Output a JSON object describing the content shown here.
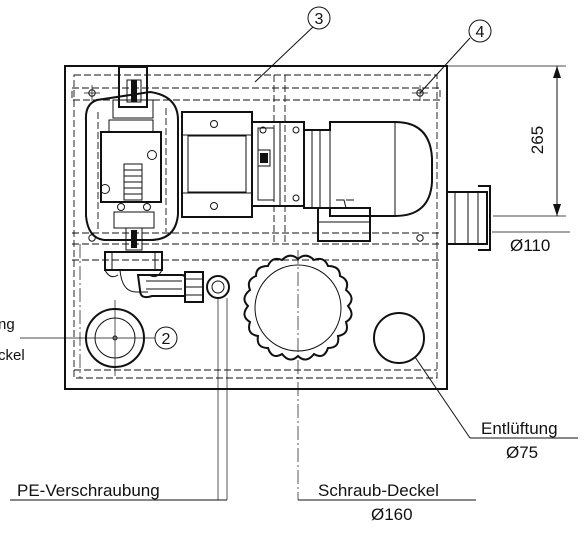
{
  "callouts": {
    "c2": "2",
    "c3": "3",
    "c4": "4"
  },
  "dimensions": {
    "height": "265",
    "pipe_diameter": "Ø110"
  },
  "labels": {
    "left_line1": "ng",
    "left_line2": "ckel",
    "pe_fitting": "PE-Verschraubung",
    "screw_lid": "Schraub-Deckel",
    "screw_lid_diameter": "Ø160",
    "vent": "Entlüftung",
    "vent_diameter": "Ø75"
  }
}
